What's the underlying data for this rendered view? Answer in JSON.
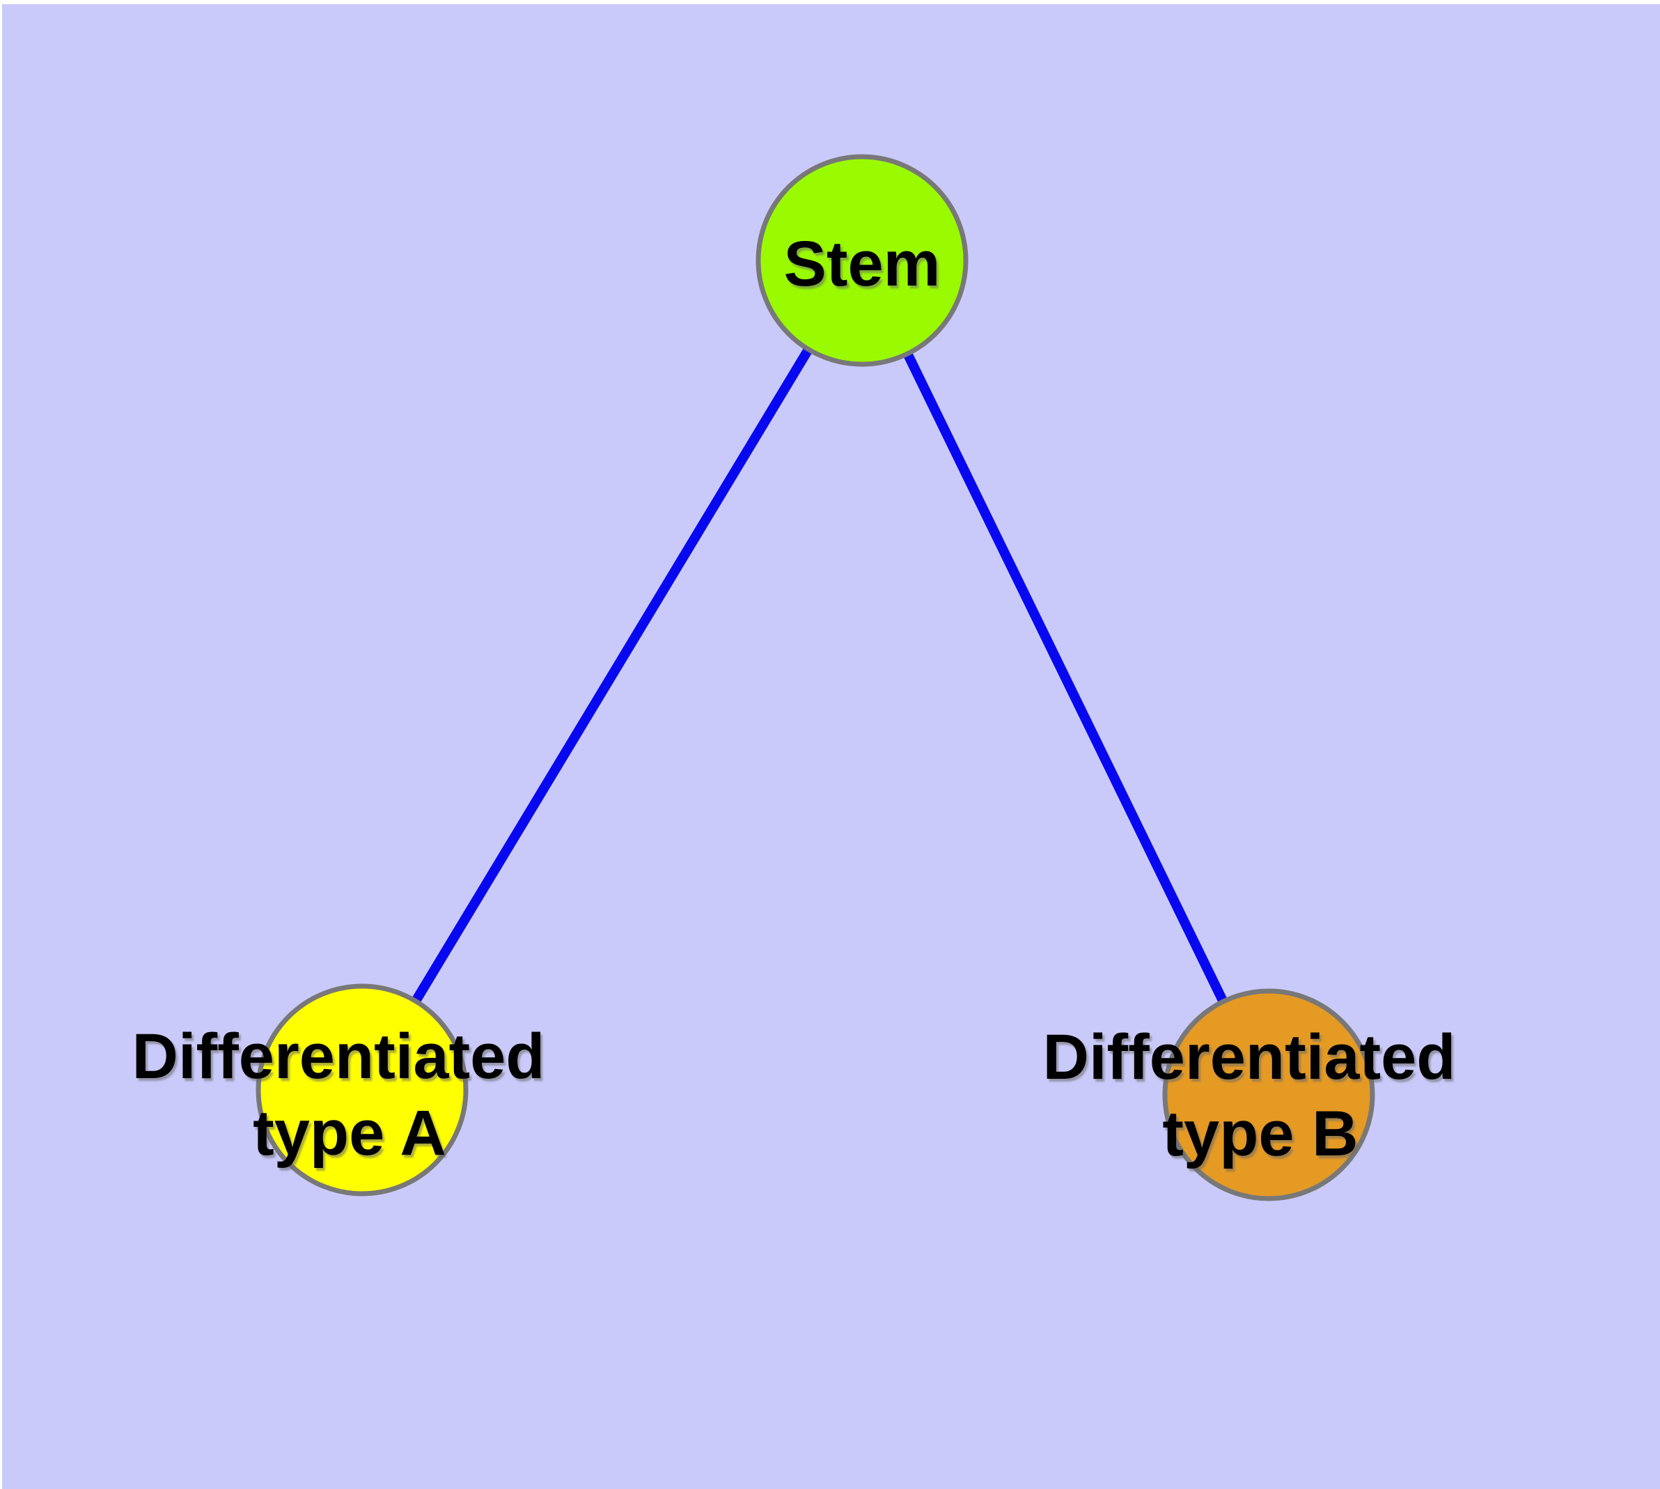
{
  "diagram": {
    "type": "graph",
    "background_color": "#CACAFA",
    "frame_color": "#FFFFFF",
    "edge_color": "#0808F0",
    "node_border_color": "#787878",
    "label_color": "#000000",
    "label_shadow_color": "#666666",
    "nodes": [
      {
        "id": "stem",
        "label": "Stem",
        "line1": "Stem",
        "line2": "",
        "fill": "#9AFB00"
      },
      {
        "id": "type-a",
        "label": "Differentiated type A",
        "line1": "Differentiated",
        "line2": "type A",
        "fill": "#FFFF00"
      },
      {
        "id": "type-b",
        "label": "Differentiated type B",
        "line1": "Differentiated",
        "line2": "type B",
        "fill": "#E59A24"
      }
    ],
    "edges": [
      {
        "from": "Stem",
        "to": "Differentiated type A"
      },
      {
        "from": "Stem",
        "to": "Differentiated type B"
      }
    ]
  }
}
